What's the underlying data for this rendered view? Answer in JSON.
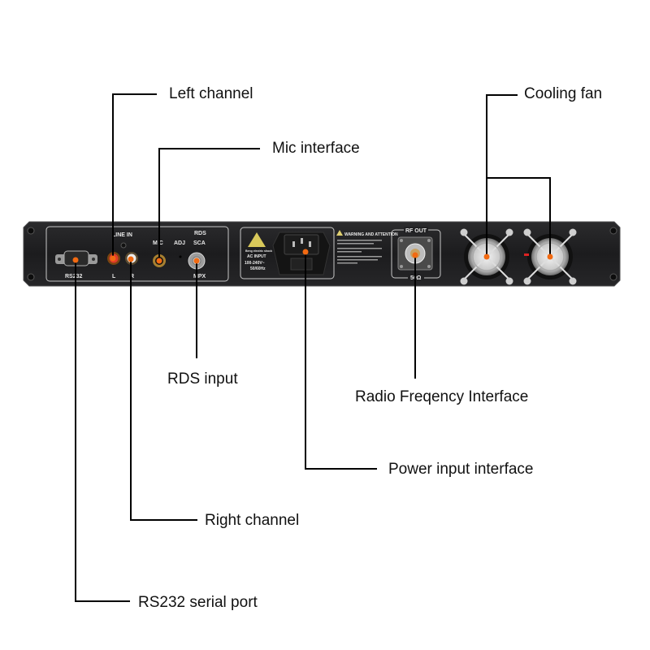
{
  "colors": {
    "panel": "#1f1f21",
    "panel_edge": "#3a3a3c",
    "marker": "#f26a12",
    "line": "#000000"
  },
  "callouts": {
    "left_channel": "Left channel",
    "mic_interface": "Mic interface",
    "cooling_fan": "Cooling fan",
    "rds_input": "RDS input",
    "rf_interface": "Radio Freqency Interface",
    "power_input": "Power input interface",
    "right_channel": "Right channel",
    "rs232": "RS232 serial port"
  },
  "panel_text": {
    "line_in": "LINE IN",
    "mic": "M C",
    "adj": "ADJ",
    "rds": "RDS",
    "sca": "SCA",
    "mpx": "MPX",
    "rs232": "RS232",
    "l": "L",
    "r": "R",
    "warning_title": "WARNING AND ATTENTION",
    "shock": "Beng electric shock",
    "ac_input": "AC INPUT",
    "voltage": "100-240V~",
    "freq": "50/60Hz",
    "rf_out": "RF OUT",
    "ohm": "50Ω"
  }
}
